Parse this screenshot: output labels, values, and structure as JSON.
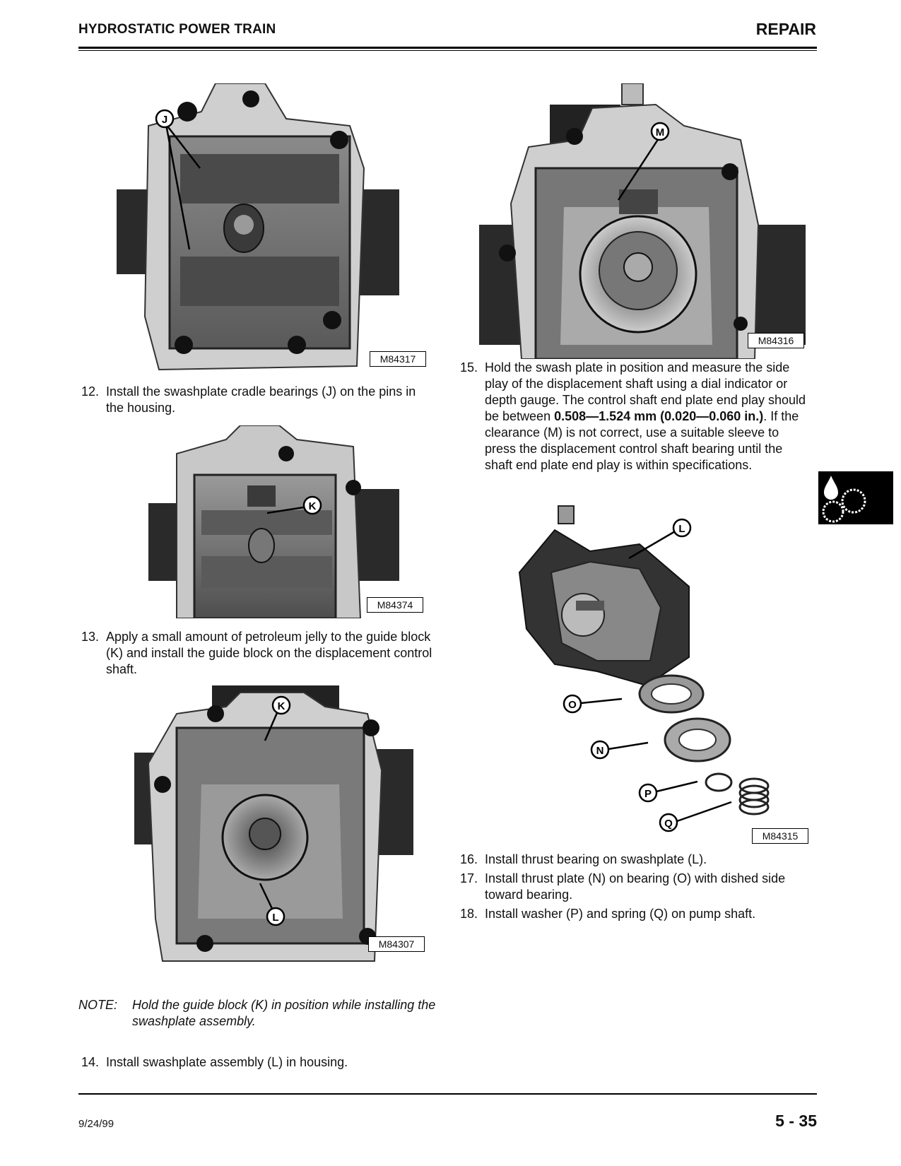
{
  "header": {
    "section": "HYDROSTATIC POWER TRAIN",
    "category": "REPAIR"
  },
  "figures": {
    "fig1": {
      "id": "M84317",
      "callout": "J"
    },
    "fig2": {
      "id": "M84374",
      "callout": "K"
    },
    "fig3": {
      "id": "M84307",
      "callout_top": "K",
      "callout_bottom": "L"
    },
    "fig4": {
      "id": "M84316",
      "callout": "M"
    },
    "fig5": {
      "id": "M84315",
      "callouts": [
        "L",
        "O",
        "N",
        "P",
        "Q"
      ]
    }
  },
  "steps": {
    "s12": {
      "num": "12.",
      "text": "Install the swashplate cradle bearings (J) on the pins in the housing."
    },
    "s13": {
      "num": "13.",
      "text": "Apply a small amount of petroleum jelly to the guide block (K) and install the guide block on the displacement control shaft."
    },
    "s14": {
      "num": "14.",
      "text": "Install swashplate assembly (L) in housing."
    },
    "s15": {
      "num": "15.",
      "text_a": "Hold the swash plate in position and measure the side play of the displacement shaft using a dial indicator or depth gauge. The control shaft end plate end play should be between ",
      "spec": "0.508—1.524 mm (0.020—0.060 in.)",
      "text_b": ". If the clearance (M) is not correct, use a suitable sleeve to press the displacement control shaft bearing until the shaft end plate end play is within specifications."
    },
    "s16": {
      "num": "16.",
      "text": "Install thrust bearing on swashplate (L)."
    },
    "s17": {
      "num": "17.",
      "text": "Install thrust plate (N) on bearing (O) with dished side toward bearing."
    },
    "s18": {
      "num": "18.",
      "text": "Install washer (P) and spring (Q) on pump shaft."
    }
  },
  "note": {
    "label": "NOTE:",
    "text": "Hold the guide block (K) in position while installing the swashplate assembly."
  },
  "footer": {
    "date": "9/24/99",
    "page": "5 - 35"
  }
}
